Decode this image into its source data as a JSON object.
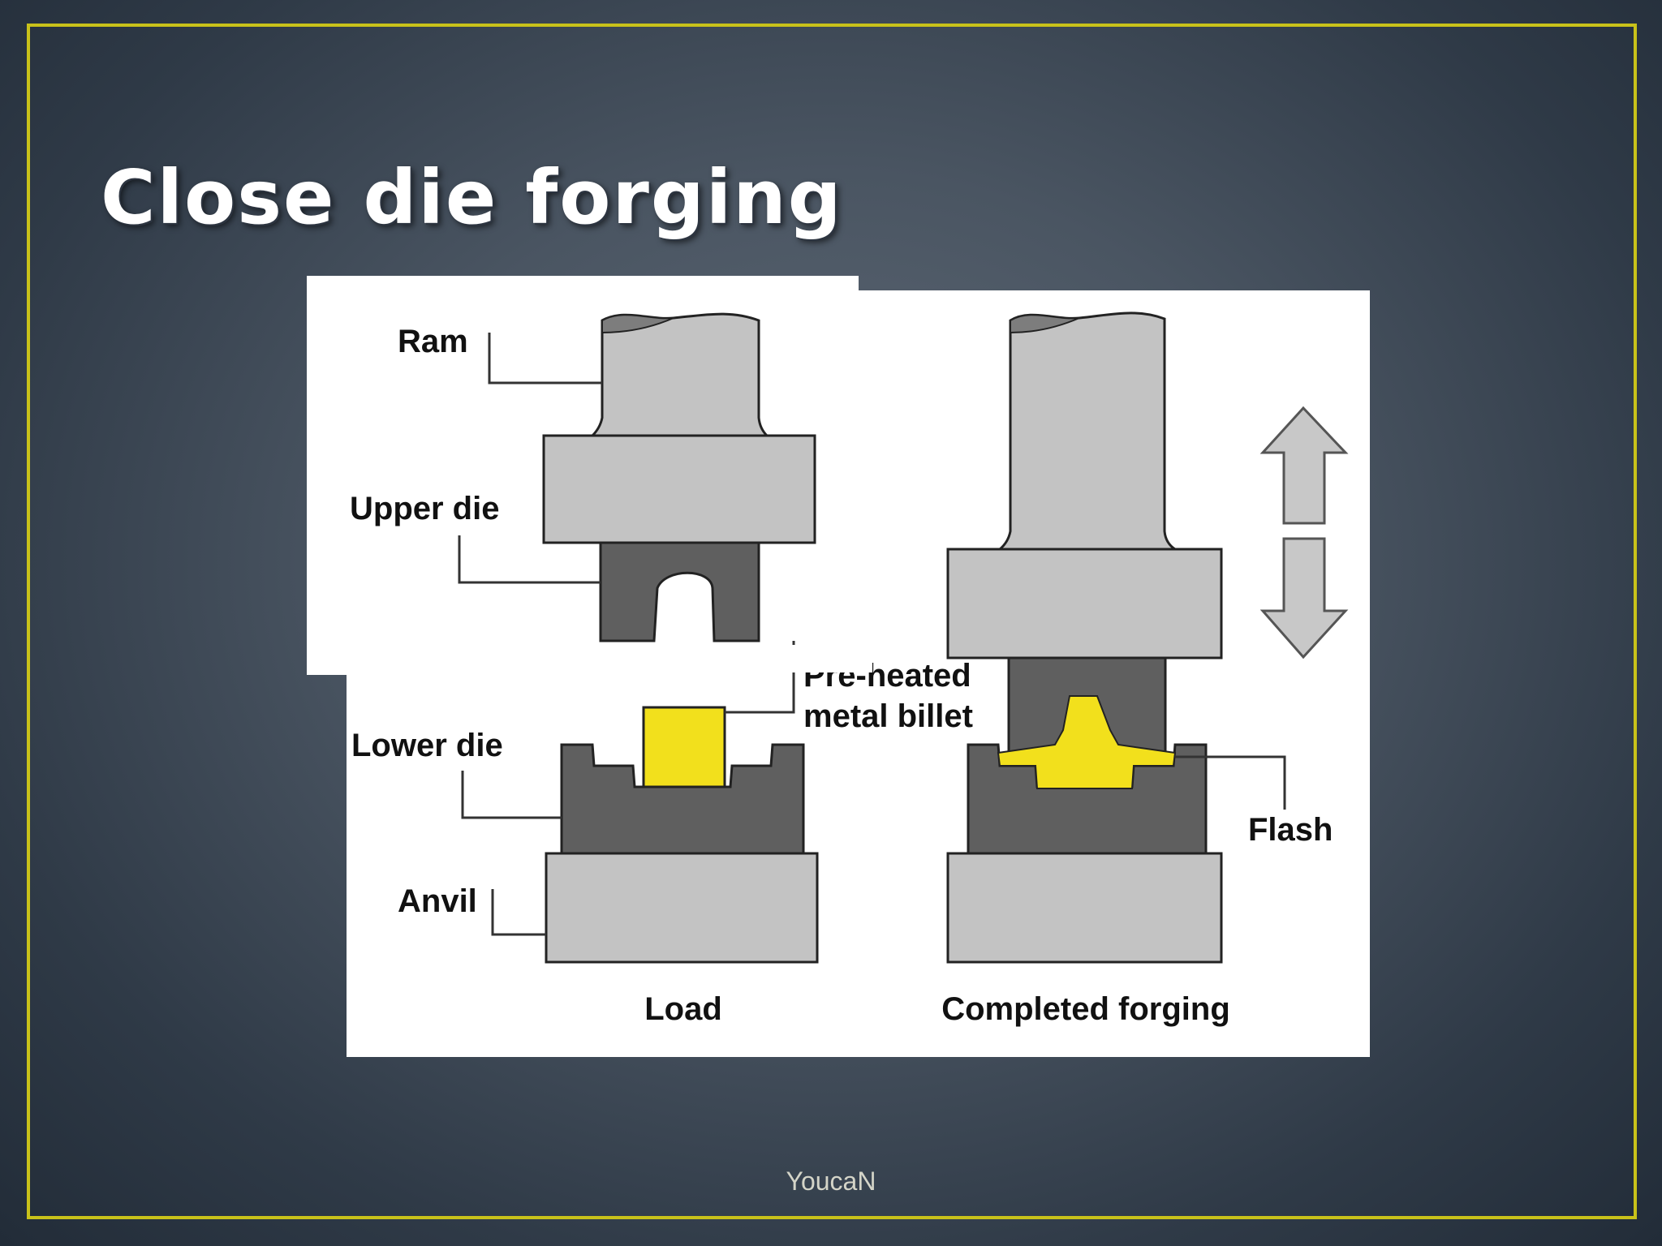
{
  "slide": {
    "title": "Close die forging",
    "footer": "YoucaN"
  },
  "diagram": {
    "labels": {
      "ram": "Ram",
      "upper_die": "Upper die",
      "lower_die": "Lower die",
      "anvil": "Anvil",
      "billet_line1": "Pre-heated",
      "billet_line2": "metal billet",
      "flash": "Flash"
    },
    "captions": {
      "load": "Load",
      "completed": "Completed forging"
    },
    "colors": {
      "frame": "#c9c21a",
      "light_gray": "#c3c3c3",
      "dark_gray": "#5f5f5f",
      "billet_yellow": "#f2e01c",
      "background": "#4a5562"
    }
  }
}
